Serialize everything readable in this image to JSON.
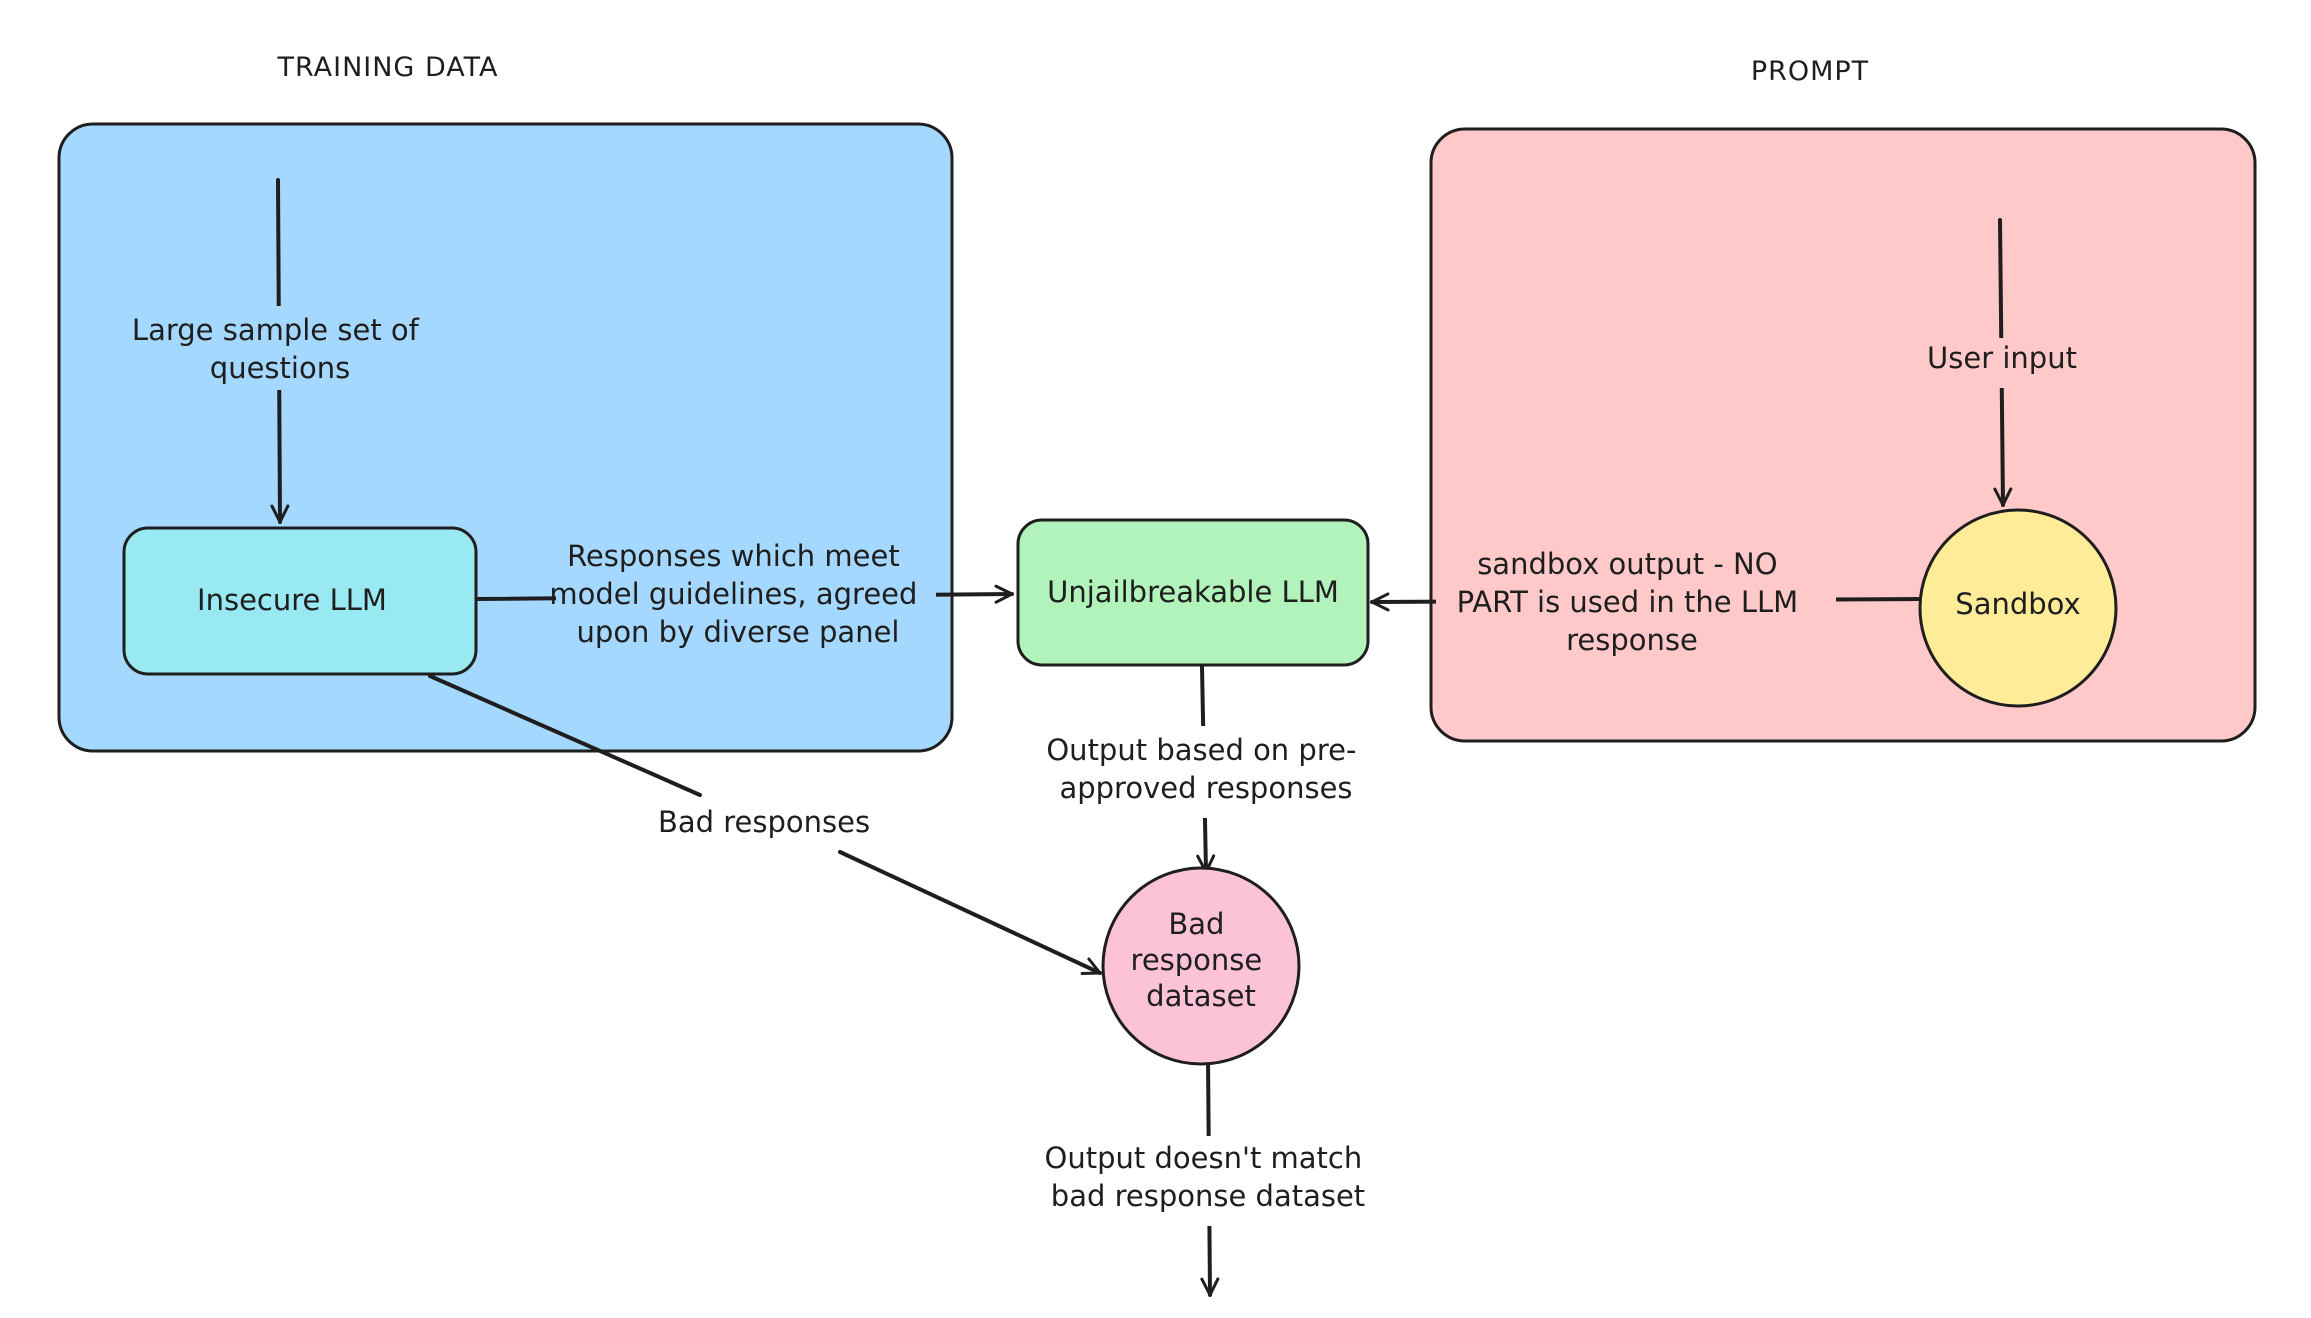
{
  "colors": {
    "training_fill": "#a5d8ff",
    "prompt_fill": "#ffc9c9",
    "insecure_fill": "#99e9f2",
    "unjailbreakable_fill": "#b2f2bb",
    "sandbox_fill": "#ffec99",
    "bad_dataset_fill": "#fcc2d7",
    "stroke": "#1e1e1e"
  },
  "sections": {
    "training": "TRAINING DATA",
    "prompt": "PROMPT"
  },
  "nodes": {
    "insecure_llm": "Insecure LLM",
    "unjailbreakable_llm": "Unjailbreakable LLM",
    "sandbox": "Sandbox",
    "bad_dataset": [
      "Bad",
      "response",
      "dataset"
    ]
  },
  "edges": {
    "questions": [
      "Large sample set of",
      "questions"
    ],
    "guidelines": [
      "Responses which meet",
      "model guidelines, agreed",
      "upon by diverse panel"
    ],
    "bad_responses": "Bad responses",
    "user_input": "User input",
    "sandbox_output": [
      "sandbox output - NO",
      "PART is used in the LLM",
      "response"
    ],
    "preapproved": [
      "Output based on pre-",
      "approved responses"
    ],
    "no_match": [
      "Output doesn't match",
      "bad response dataset"
    ]
  }
}
